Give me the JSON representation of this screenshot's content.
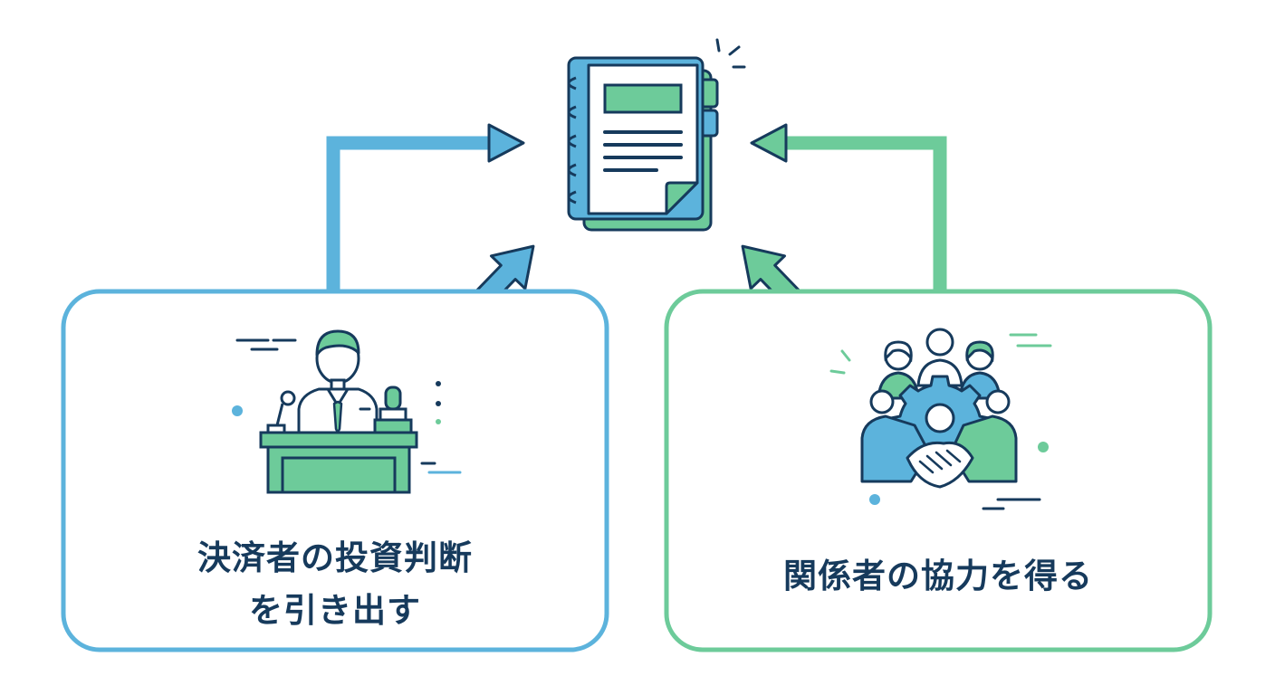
{
  "colors": {
    "blue": "#5cb3dc",
    "green": "#6dcb9a",
    "navy": "#163a5c",
    "white": "#ffffff"
  },
  "icons": {
    "center": "notebook-icon",
    "left": "decision-maker-podium-icon",
    "right": "team-handshake-gear-icon"
  },
  "left_box": {
    "title_line1": "決済者の投資判断",
    "title_line2": "を引き出す"
  },
  "right_box": {
    "title": "関係者の協力を得る"
  }
}
